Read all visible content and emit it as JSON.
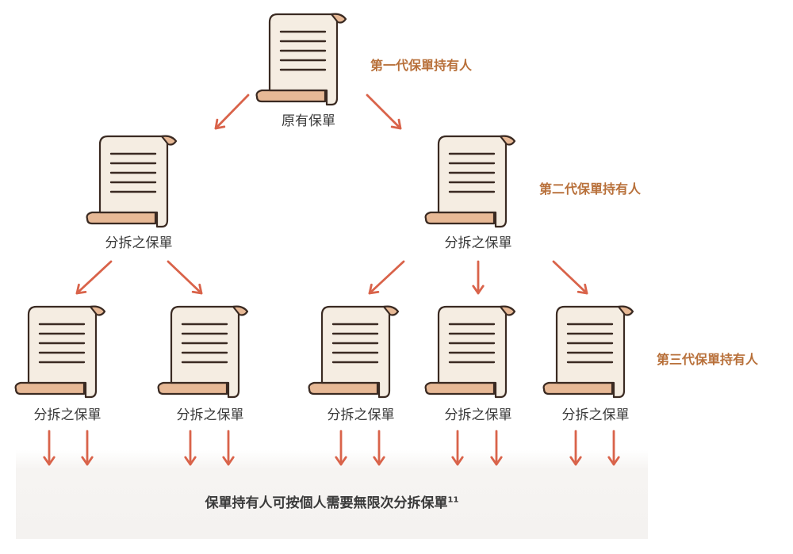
{
  "diagram": {
    "generations": {
      "first": "第一代保單持有人",
      "second": "第二代保單持有人",
      "third": "第三代保單持有人"
    },
    "nodes": {
      "root": "原有保單",
      "split": "分拆之保單"
    },
    "footer": {
      "text": "保單持有人可按個人需要無限次分拆保單",
      "note_marker": "11"
    },
    "colors": {
      "arrow": "#d9634a",
      "generation_label": "#b8703a",
      "scroll_fill": "#f5ede2",
      "scroll_shade": "#e7b996",
      "scroll_outline": "#3a2a22"
    },
    "icons": {
      "document": "scroll-icon",
      "arrow": "arrow-icon"
    }
  }
}
